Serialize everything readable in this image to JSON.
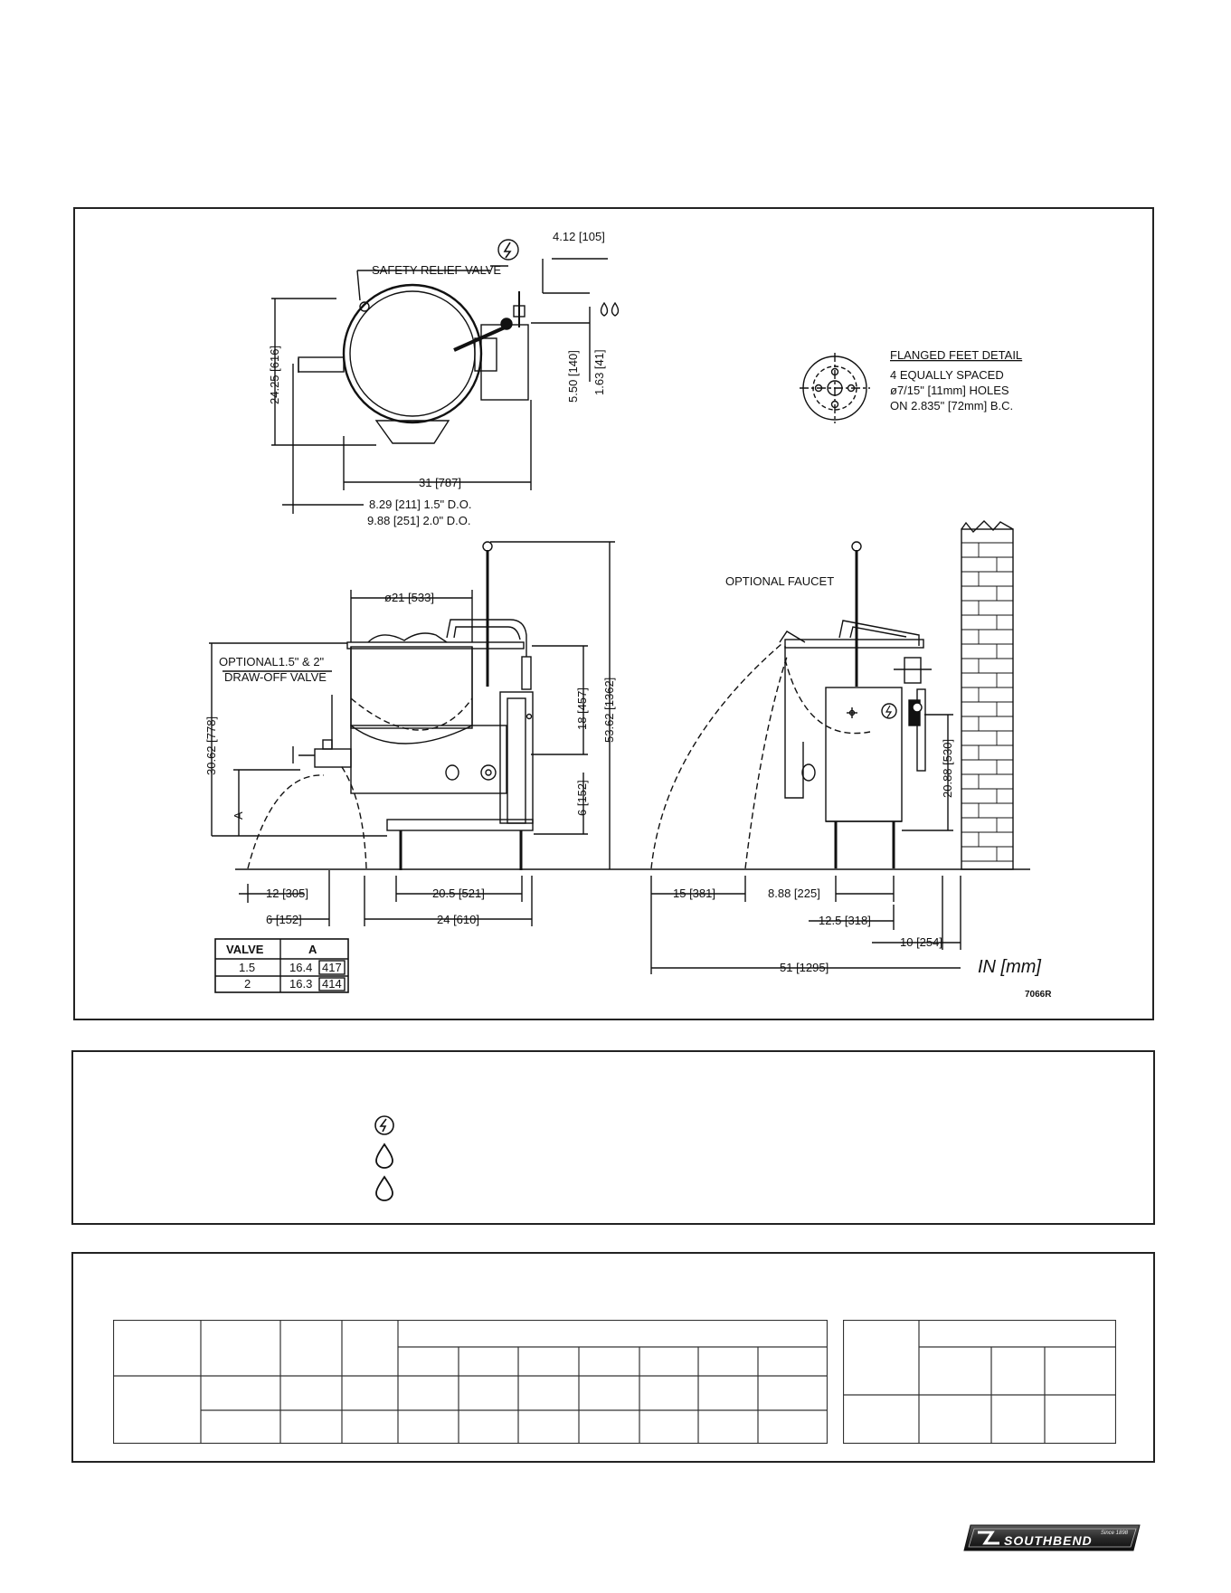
{
  "drawing": {
    "top_view": {
      "safety_relief_valve": "SAFETY RELIEF VALVE",
      "dim_depth": "24.25 [616]",
      "dim_width": "31 [787]",
      "dim_offset_1": "8.29 [211] 1.5\" D.O.",
      "dim_offset_2": "9.88 [251] 2.0\" D.O.",
      "dim_pipe": "4.12 [105]",
      "dim_side_1": "5.50 [140]",
      "dim_side_2": "1.63 [41]"
    },
    "flanged_feet": {
      "title": "FLANGED FEET DETAIL",
      "line1": "4 EQUALLY SPACED",
      "line2": "ø7/15\" [11mm] HOLES",
      "line3": "ON 2.835\" [72mm] B.C."
    },
    "front_view": {
      "dim_diameter": "ø21 [533]",
      "draw_off_line1": "OPTIONAL1.5\" & 2\"",
      "draw_off_line2": "DRAW-OFF VALVE",
      "dim_height": "30.62 [778]",
      "dim_a": "A",
      "dim_18": "18 [457]",
      "dim_53": "53.62 [1362]",
      "dim_6": "6 [152]",
      "dim_12": "12 [305]",
      "dim_6b": "6 [152]",
      "dim_20": "20.5 [521]",
      "dim_24": "24 [610]"
    },
    "side_view": {
      "optional_faucet": "OPTIONAL FAUCET",
      "dim_20_88": "20.88 [530]",
      "dim_15": "15 [381]",
      "dim_8_88": "8.88 [225]",
      "dim_12_5": "12.5 [318]",
      "dim_10": "10 [254]",
      "dim_51": "51 [1295]"
    },
    "units": "IN [mm]",
    "drawing_number": "7066R",
    "valve_table": {
      "headers": [
        "VALVE",
        "A"
      ],
      "rows": [
        [
          "1.5",
          "16.4",
          "417"
        ],
        [
          "2",
          "16.3",
          "414"
        ]
      ]
    }
  },
  "utilities": {
    "icons": [
      "electrical-icon",
      "water-drop-icon",
      "water-drop-icon"
    ]
  },
  "brand": {
    "since": "Since 1898",
    "name": "SOUTHBEND"
  }
}
